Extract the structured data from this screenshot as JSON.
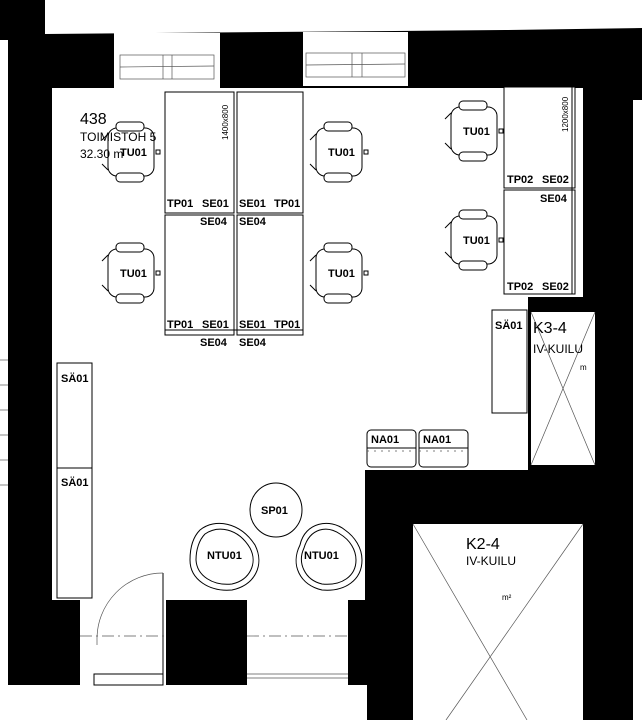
{
  "room": {
    "number": "438",
    "name": "TOIMISTOH 5",
    "area": "32.30 m"
  },
  "desks": {
    "size_large": "1400x800",
    "size_small": "1200x800",
    "tp01": "TP01",
    "tp02": "TP02",
    "se01": "SE01",
    "se02": "SE02",
    "se04": "SE04"
  },
  "chairs": {
    "task": "TU01",
    "lounge": "NTU01"
  },
  "storage": {
    "cabinet": "SÄ01",
    "coat_rack": "NA01"
  },
  "table": {
    "side": "SP01"
  },
  "shafts": [
    {
      "id": "K3-4",
      "name": "IV-KUILU",
      "unit": "m"
    },
    {
      "id": "K2-4",
      "name": "IV-KUILU",
      "unit": "m²"
    }
  ],
  "colors": {
    "wall": "#000000",
    "floor": "#ffffff"
  }
}
